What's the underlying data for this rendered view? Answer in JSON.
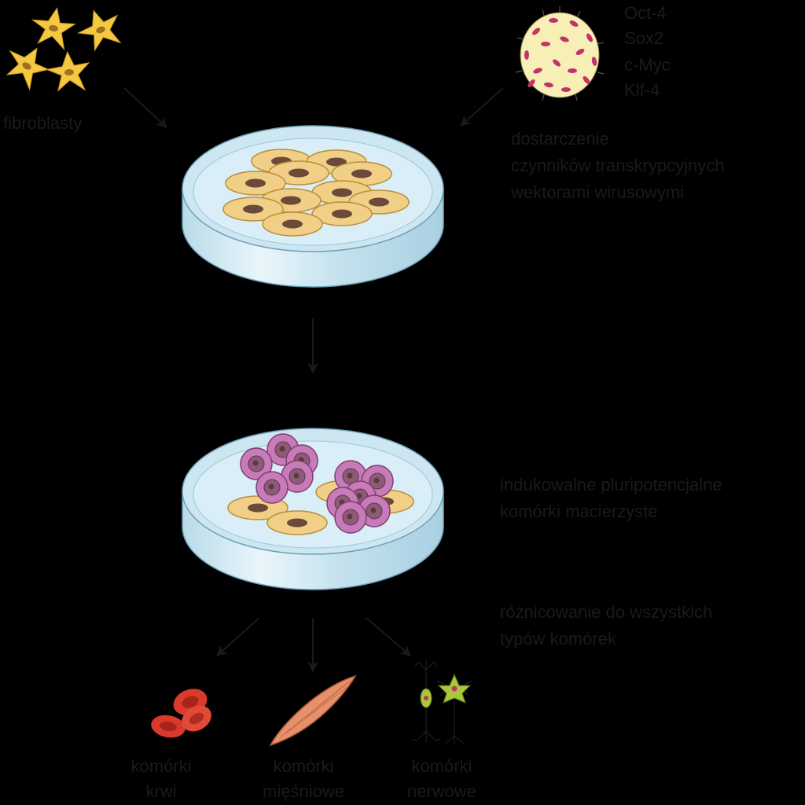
{
  "labels": {
    "fibroblasts": "fibroblasty",
    "factors": [
      "Oct-4",
      "Sox2",
      "c-Myc",
      "Klf-4"
    ],
    "delivery": [
      "dostarczenie",
      "czynników transkrypcyjnych",
      "wektorami wirusowymi"
    ],
    "ips": [
      "indukowalne pluripotencjalne",
      "komórki macierzyste"
    ],
    "differentiation": [
      "różnicowanie do wszystkich",
      "typów komórek"
    ],
    "blood": [
      "komórki",
      "krwi"
    ],
    "muscle": [
      "komórki",
      "mięśniowe"
    ],
    "nerve": [
      "komórki",
      "nerwowe"
    ]
  },
  "colors": {
    "background": "#000000",
    "text": "#1a1a1a",
    "fibroblast": "#f5c842",
    "cell_body": "#f2cf86",
    "cell_nucleus": "#6b4a3a",
    "stem_cell": "#c77bb8",
    "virus_capsid": "#f7efb6",
    "virus_protein": "#c2336a",
    "dish": "#cde7f2",
    "blood": "#d93a2b",
    "muscle": "#e7906c",
    "neuron": "#a8c83a"
  },
  "icons": [
    "fibroblast-icon",
    "virus-icon",
    "petri-dish-icon",
    "stem-cell-icon",
    "red-blood-cell-icon",
    "muscle-cell-icon",
    "neuron-icon"
  ]
}
